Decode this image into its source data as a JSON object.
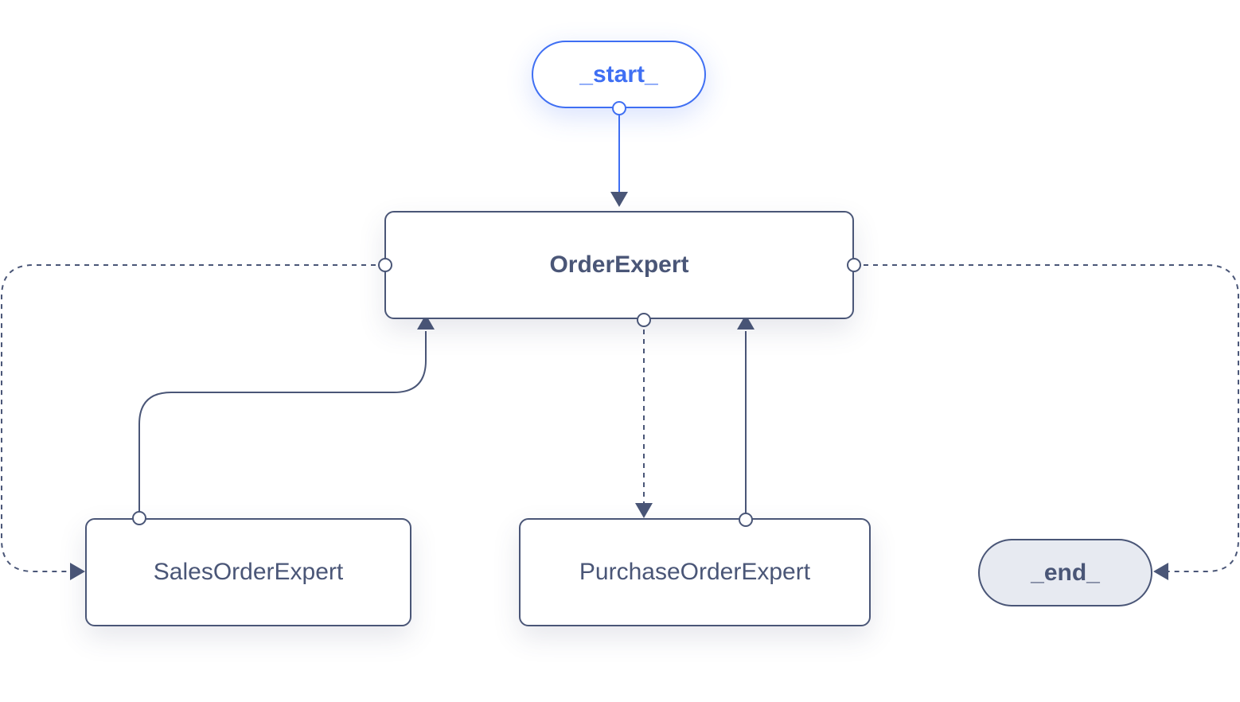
{
  "diagram": {
    "nodes": {
      "start": {
        "label": "_start_"
      },
      "order_expert": {
        "label": "OrderExpert"
      },
      "sales_order_expert": {
        "label": "SalesOrderExpert"
      },
      "purchase_order_expert": {
        "label": "PurchaseOrderExpert"
      },
      "end": {
        "label": "_end_"
      }
    },
    "edges": [
      {
        "from": "_start_",
        "to": "OrderExpert",
        "style": "solid"
      },
      {
        "from": "OrderExpert",
        "to": "SalesOrderExpert",
        "style": "dashed"
      },
      {
        "from": "OrderExpert",
        "to": "PurchaseOrderExpert",
        "style": "dashed"
      },
      {
        "from": "OrderExpert",
        "to": "_end_",
        "style": "dashed"
      },
      {
        "from": "SalesOrderExpert",
        "to": "OrderExpert",
        "style": "solid"
      },
      {
        "from": "PurchaseOrderExpert",
        "to": "OrderExpert",
        "style": "solid"
      }
    ],
    "colors": {
      "accent": "#3f6ff3",
      "stroke": "#4a5677",
      "end_fill": "#e7eaf1",
      "background": "#ffffff"
    }
  }
}
